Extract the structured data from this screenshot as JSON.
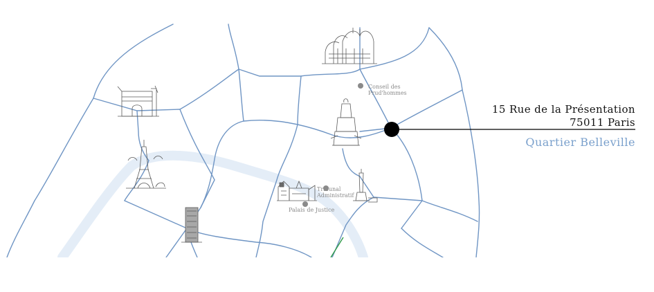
{
  "address": {
    "line1": "15 Rue de la Présentation",
    "line2": "75011 Paris",
    "district": "Quartier Belleville"
  },
  "points_of_interest": [
    {
      "label_lines": [
        "Conseil des",
        "Prud'hommes"
      ]
    },
    {
      "label_lines": [
        "Tribunal",
        "Administratif"
      ]
    },
    {
      "label_lines": [
        "Palais de Justice"
      ]
    }
  ],
  "landmarks": [
    "sacre-coeur-sketch",
    "arc-de-triomphe-sketch",
    "eiffel-tower-sketch",
    "montparnasse-tower-sketch",
    "hotel-de-ville-sketch",
    "republique-statue-sketch",
    "bastille-column-sketch"
  ],
  "colors": {
    "road": "#6f95c4",
    "river": "#e4edf7",
    "poi_dot": "#8a8a8a",
    "marker": "#000000",
    "district_text": "#7aa0cc",
    "green_path": "#2e9a48"
  }
}
